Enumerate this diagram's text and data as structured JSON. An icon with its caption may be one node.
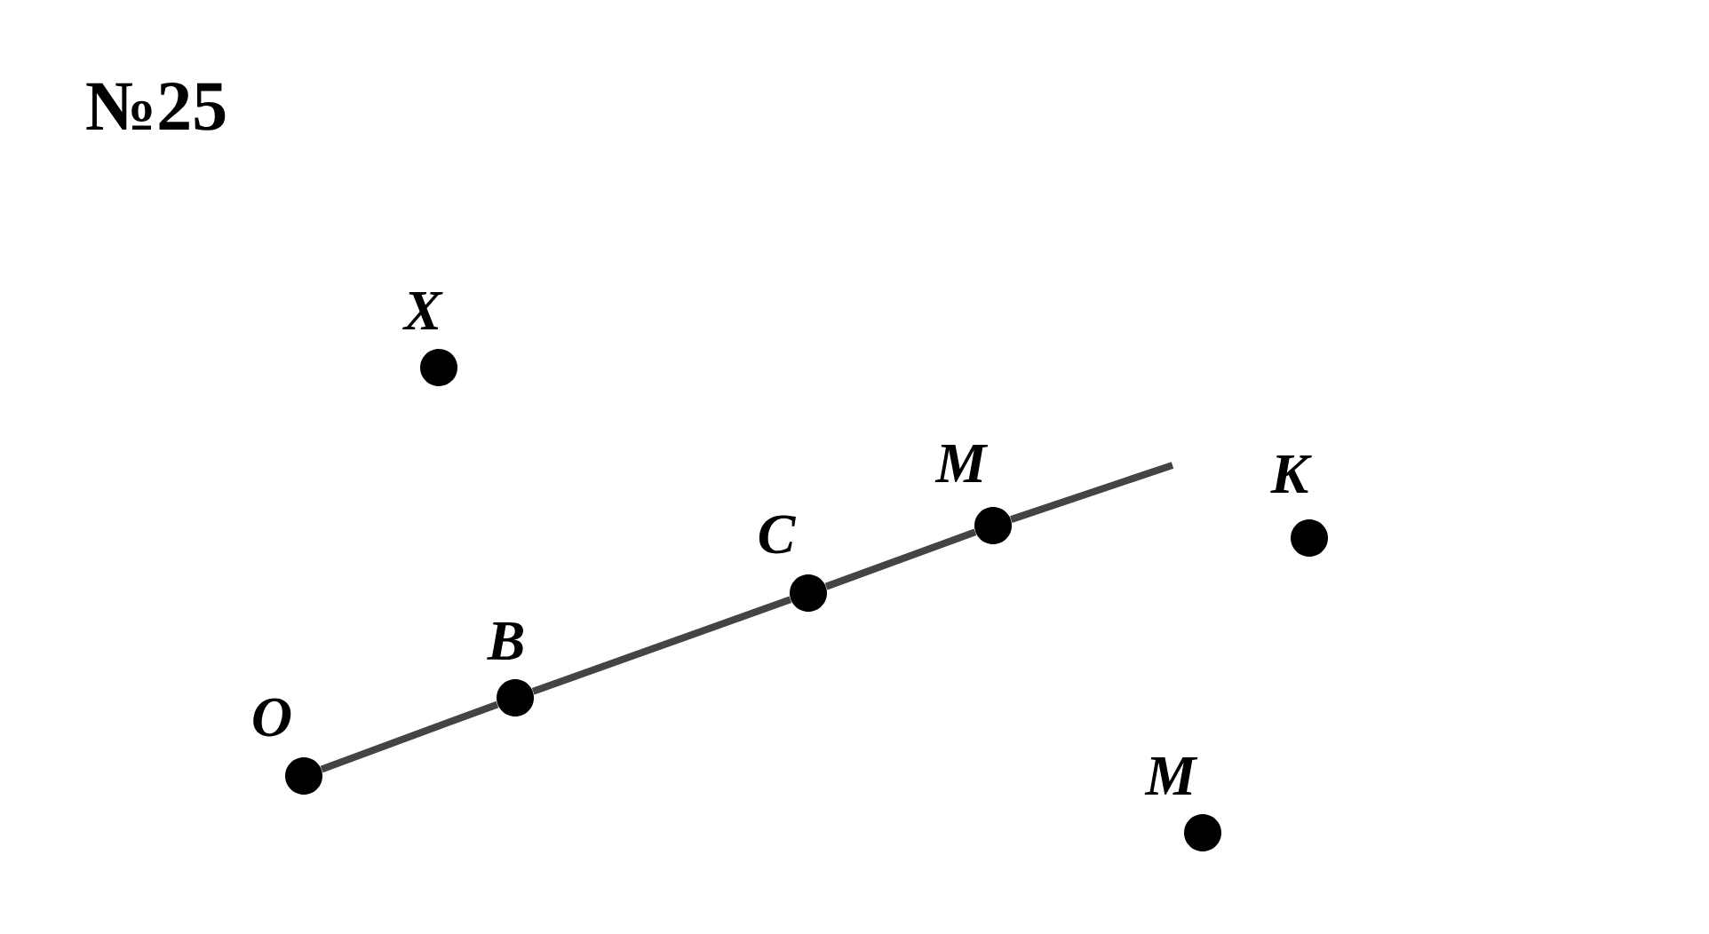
{
  "diagram": {
    "title": "№25",
    "nodes": [
      {
        "text": [],
        "shape": "circle",
        "beside": [
          "X"
        ]
      },
      {
        "text": [],
        "shape": "circle",
        "beside": [
          "M"
        ]
      },
      {
        "text": [],
        "shape": "circle",
        "beside": [
          "K"
        ]
      },
      {
        "text": [],
        "shape": "circle",
        "beside": [
          "C"
        ]
      },
      {
        "text": [],
        "shape": "circle",
        "beside": [
          "B"
        ]
      },
      {
        "text": [],
        "shape": "circle",
        "beside": [
          "O"
        ]
      },
      {
        "text": [],
        "shape": "circle",
        "beside": [
          "M"
        ]
      }
    ],
    "edges": [
      {
        "from": 5,
        "to": 4,
        "arrow": "none"
      },
      {
        "from": 4,
        "to": 3,
        "arrow": "none"
      },
      {
        "from": 3,
        "to": 1,
        "arrow": "none"
      },
      {
        "from": 1,
        "to": null,
        "arrow": "none"
      }
    ]
  }
}
